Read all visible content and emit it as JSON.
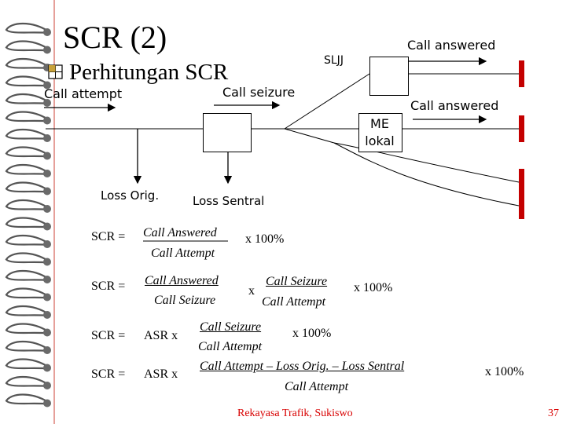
{
  "slide": {
    "title": "SCR (2)",
    "bullet": "Perhitungan SCR",
    "footer": "Rekayasa Trafik, Sukiswo",
    "page_number": "37"
  },
  "diagram": {
    "call_attempt": "Call attempt",
    "call_seizure": "Call seizure",
    "call_answered_top": "Call answered",
    "call_answered_mid": "Call answered",
    "sljj": "SLJJ",
    "me_lokal_1": "ME",
    "me_lokal_2": "lokal",
    "loss_orig": "Loss Orig.",
    "loss_sentral": "Loss Sentral"
  },
  "formulas": {
    "f1": {
      "lhs": "SCR =",
      "num": "Call Answered",
      "den": "Call Attempt",
      "suffix": "x 100%"
    },
    "f2": {
      "lhs": "SCR =",
      "num1": "Call Answered",
      "den1": "Call Seizure",
      "op": "x",
      "num2": "Call Seizure",
      "den2": "Call Attempt",
      "suffix": "x 100%"
    },
    "f3": {
      "lhs": "SCR =",
      "asr": "ASR x",
      "num": "Call Seizure",
      "den": "Call Attempt",
      "suffix": "x 100%"
    },
    "f4": {
      "lhs": "SCR =",
      "asr": "ASR x",
      "num": "Call Attempt – Loss Orig. – Loss Sentral",
      "den": "Call Attempt",
      "suffix": "x 100%"
    }
  },
  "colors": {
    "accent": "#c40000",
    "margin_line": "#e6a09a",
    "footer": "#d80000"
  }
}
